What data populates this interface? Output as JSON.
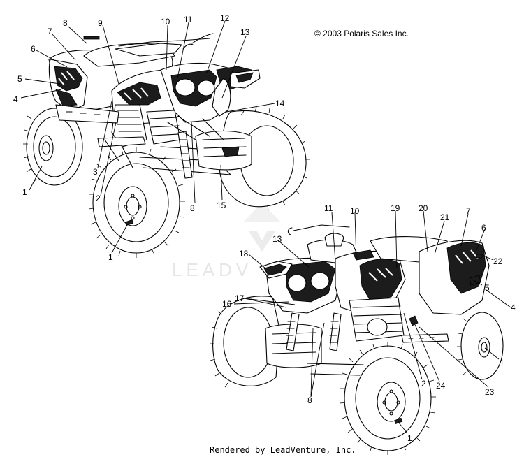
{
  "copyright": "© 2003 Polaris Sales Inc.",
  "footer": "Rendered by LeadVenture, Inc.",
  "watermark": "LEADV",
  "callouts_top": {
    "c1a": "1",
    "c1b": "1",
    "c2": "2",
    "c3": "3",
    "c4": "4",
    "c5": "5",
    "c6": "6",
    "c7": "7",
    "c8a": "8",
    "c8b": "8",
    "c9": "9",
    "c10": "10",
    "c11": "11",
    "c12": "12",
    "c13": "13",
    "c14": "14",
    "c15": "15"
  },
  "callouts_bottom": {
    "c1a": "1",
    "c1b": "1",
    "c2": "2",
    "c4": "4",
    "c5": "5",
    "c6": "6",
    "c7": "7",
    "c8": "8",
    "c10": "10",
    "c11": "11",
    "c13": "13",
    "c16": "16",
    "c17": "17",
    "c18": "18",
    "c19": "19",
    "c20": "20",
    "c21": "21",
    "c22": "22",
    "c23": "23",
    "c24": "24"
  }
}
